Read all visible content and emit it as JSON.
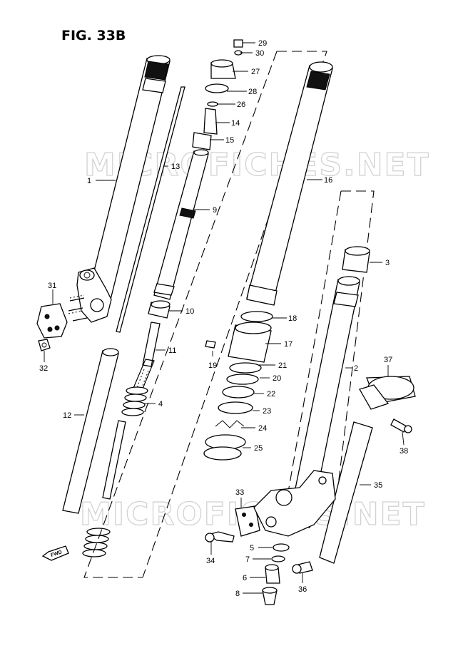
{
  "figure": {
    "title": "FIG. 33B",
    "watermark": "MICROFICHES.NET",
    "fwd_label": "FWD"
  },
  "callouts": [
    {
      "id": "29"
    },
    {
      "id": "30"
    },
    {
      "id": "27"
    },
    {
      "id": "28"
    },
    {
      "id": "26"
    },
    {
      "id": "14"
    },
    {
      "id": "15"
    },
    {
      "id": "13"
    },
    {
      "id": "16"
    },
    {
      "id": "1"
    },
    {
      "id": "9"
    },
    {
      "id": "3"
    },
    {
      "id": "31"
    },
    {
      "id": "10"
    },
    {
      "id": "18"
    },
    {
      "id": "19"
    },
    {
      "id": "17"
    },
    {
      "id": "11"
    },
    {
      "id": "21"
    },
    {
      "id": "2"
    },
    {
      "id": "37"
    },
    {
      "id": "32"
    },
    {
      "id": "20"
    },
    {
      "id": "22"
    },
    {
      "id": "4"
    },
    {
      "id": "23"
    },
    {
      "id": "12"
    },
    {
      "id": "24"
    },
    {
      "id": "38"
    },
    {
      "id": "25"
    },
    {
      "id": "35"
    },
    {
      "id": "33"
    },
    {
      "id": "5"
    },
    {
      "id": "34"
    },
    {
      "id": "7"
    },
    {
      "id": "6"
    },
    {
      "id": "36"
    },
    {
      "id": "8"
    }
  ]
}
